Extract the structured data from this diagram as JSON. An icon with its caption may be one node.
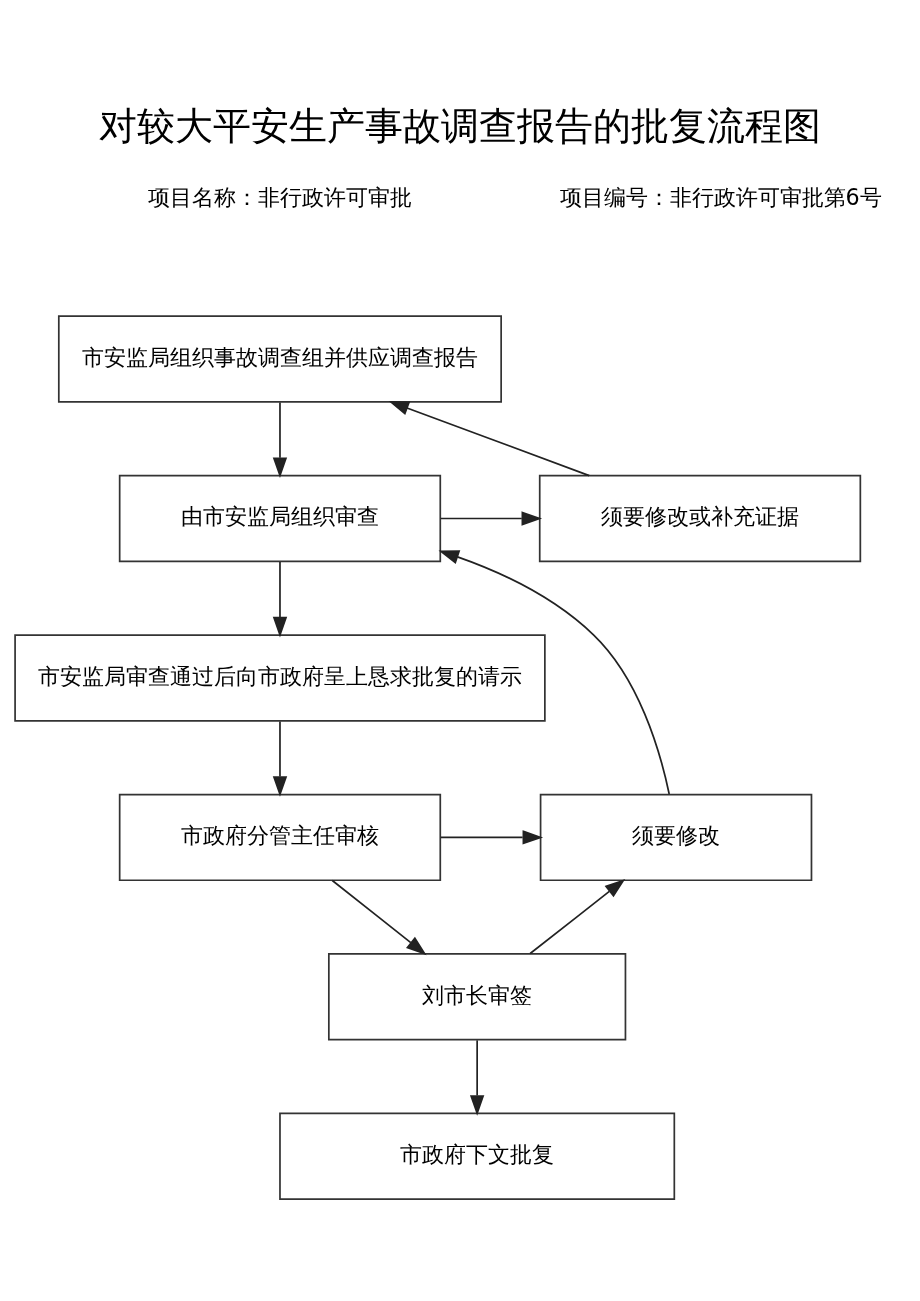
{
  "diagram": {
    "title": "对较大平安生产事故调查报告的批复流程图",
    "nodes": [
      {
        "text": [
          "市安监局组织事故调查组并供应调查报告"
        ]
      },
      {
        "text": [
          "由市安监局组织审查"
        ]
      },
      {
        "text": [
          "须要修改或补充证据"
        ]
      },
      {
        "text": [
          "市安监局审查通过后向市政府呈上恳求批复的请示"
        ]
      },
      {
        "text": [
          "市政府分管主任审核"
        ]
      },
      {
        "text": [
          "须要修改"
        ]
      },
      {
        "text": [
          "刘市长审签"
        ]
      },
      {
        "text": [
          "市政府下文批复"
        ]
      }
    ],
    "edges": [
      {
        "from": 0,
        "to": 1,
        "arrow": "to"
      },
      {
        "from": 1,
        "to": 2,
        "arrow": "to"
      },
      {
        "from": 2,
        "to": 0,
        "arrow": "to"
      },
      {
        "from": 1,
        "to": 3,
        "arrow": "to"
      },
      {
        "from": 3,
        "to": 4,
        "arrow": "to"
      },
      {
        "from": 4,
        "to": 5,
        "arrow": "to"
      },
      {
        "from": 5,
        "to": 1,
        "arrow": "to"
      },
      {
        "from": 4,
        "to": 6,
        "arrow": "to"
      },
      {
        "from": 6,
        "to": 5,
        "arrow": "to"
      },
      {
        "from": 6,
        "to": 7,
        "arrow": "to"
      }
    ],
    "labels": [
      "项目名称：非行政许可审批",
      "项目编号：非行政许可审批第6号"
    ]
  }
}
